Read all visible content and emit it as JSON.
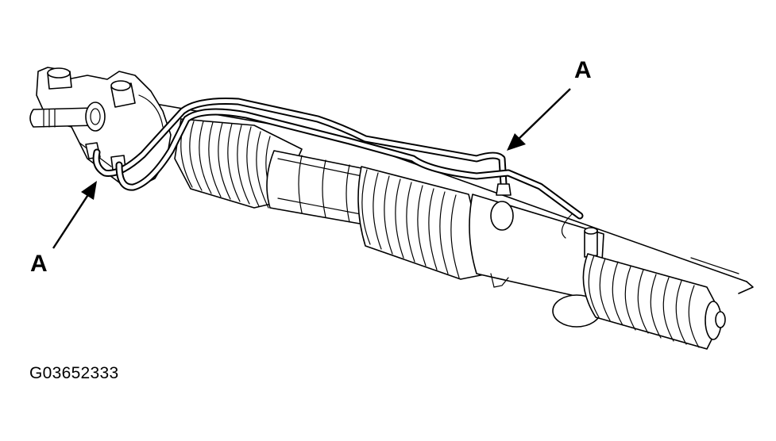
{
  "diagram": {
    "subject": "power steering rack and pinion assembly with fluid lines",
    "callouts": [
      {
        "id": "top",
        "label": "A"
      },
      {
        "id": "left",
        "label": "A"
      }
    ],
    "figure_code": "G03652333",
    "colors": {
      "line": "#000000",
      "background": "#ffffff"
    }
  }
}
